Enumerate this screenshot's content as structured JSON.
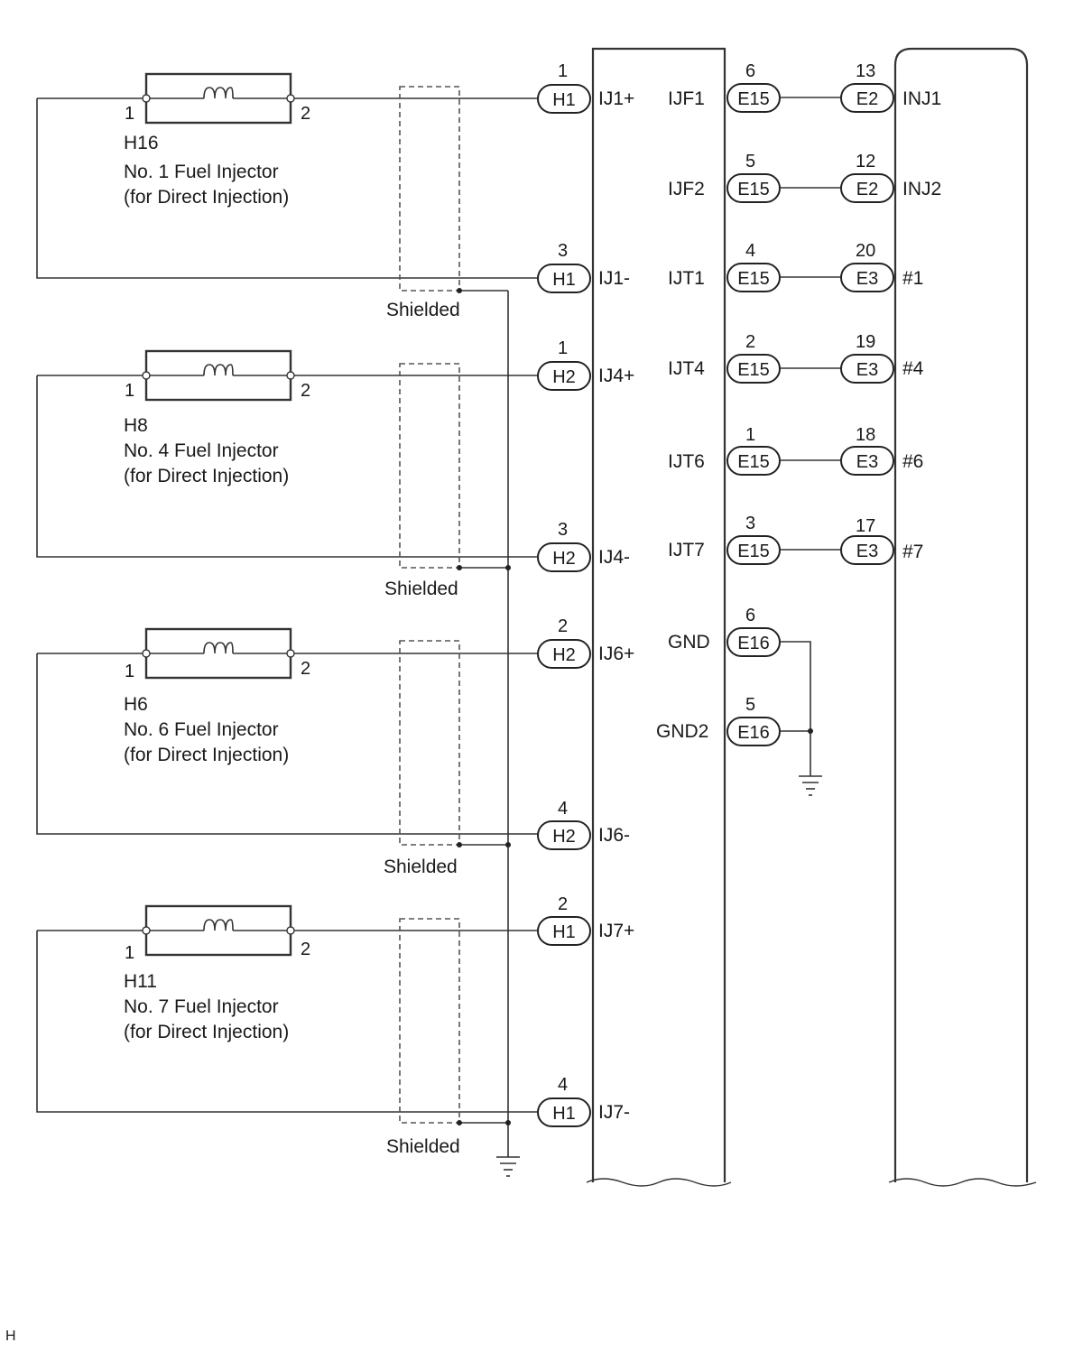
{
  "injectors": [
    {
      "code": "H16",
      "name": "No. 1 Fuel Injector",
      "note": "(for Direct Injection)",
      "pin_left": "1",
      "pin_right": "2",
      "shield": "Shielded",
      "plus": {
        "conn": "H1",
        "pin": "1",
        "sig": "IJ1+"
      },
      "minus": {
        "conn": "H1",
        "pin": "3",
        "sig": "IJ1-"
      }
    },
    {
      "code": "H8",
      "name": "No. 4 Fuel Injector",
      "note": "(for Direct Injection)",
      "pin_left": "1",
      "pin_right": "2",
      "shield": "Shielded",
      "plus": {
        "conn": "H2",
        "pin": "1",
        "sig": "IJ4+"
      },
      "minus": {
        "conn": "H2",
        "pin": "3",
        "sig": "IJ4-"
      }
    },
    {
      "code": "H6",
      "name": "No. 6 Fuel Injector",
      "note": "(for Direct Injection)",
      "pin_left": "1",
      "pin_right": "2",
      "shield": "Shielded",
      "plus": {
        "conn": "H2",
        "pin": "2",
        "sig": "IJ6+"
      },
      "minus": {
        "conn": "H2",
        "pin": "4",
        "sig": "IJ6-"
      }
    },
    {
      "code": "H11",
      "name": "No. 7 Fuel Injector",
      "note": "(for Direct Injection)",
      "pin_left": "1",
      "pin_right": "2",
      "shield": "Shielded",
      "plus": {
        "conn": "H1",
        "pin": "2",
        "sig": "IJ7+"
      },
      "minus": {
        "conn": "H1",
        "pin": "4",
        "sig": "IJ7-"
      }
    }
  ],
  "driver_outputs": [
    {
      "sig": "IJF1",
      "conn": "E15",
      "pin": "6",
      "ecm_conn": "E2",
      "ecm_pin": "13",
      "ecm_sig": "INJ1"
    },
    {
      "sig": "IJF2",
      "conn": "E15",
      "pin": "5",
      "ecm_conn": "E2",
      "ecm_pin": "12",
      "ecm_sig": "INJ2"
    },
    {
      "sig": "IJT1",
      "conn": "E15",
      "pin": "4",
      "ecm_conn": "E3",
      "ecm_pin": "20",
      "ecm_sig": "#1"
    },
    {
      "sig": "IJT4",
      "conn": "E15",
      "pin": "2",
      "ecm_conn": "E3",
      "ecm_pin": "19",
      "ecm_sig": "#4"
    },
    {
      "sig": "IJT6",
      "conn": "E15",
      "pin": "1",
      "ecm_conn": "E3",
      "ecm_pin": "18",
      "ecm_sig": "#6"
    },
    {
      "sig": "IJT7",
      "conn": "E15",
      "pin": "3",
      "ecm_conn": "E3",
      "ecm_pin": "17",
      "ecm_sig": "#7"
    }
  ],
  "grounds": [
    {
      "sig": "GND",
      "conn": "E16",
      "pin": "6"
    },
    {
      "sig": "GND2",
      "conn": "E16",
      "pin": "5"
    }
  ],
  "footer_mark": "H"
}
